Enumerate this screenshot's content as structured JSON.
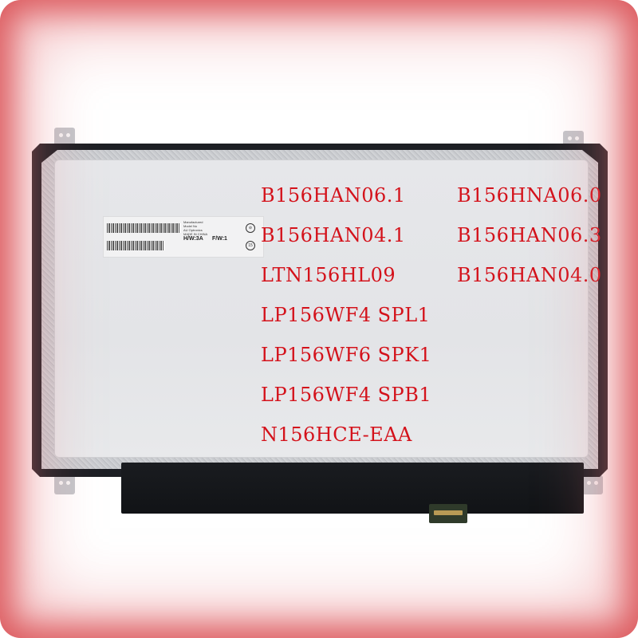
{
  "product": {
    "type": "laptop-lcd-panel",
    "compatible_models": {
      "left_column": [
        "B156HAN06.1",
        "B156HAN04.1",
        "LTN156HL09",
        "LP156WF4 SPL1",
        "LP156WF6 SPK1",
        "LP156WF4 SPB1",
        "N156HCE-EAA"
      ],
      "right_column": [
        "B156HNA06.0",
        "B156HAN06.3",
        "B156HAN04.0"
      ]
    },
    "label": {
      "hw": "H/W:3A",
      "fw": "F/W:1"
    }
  },
  "colors": {
    "model_text": "#d4121b",
    "frame_border": "#dc5a5e",
    "bezel": "#1d1f24",
    "screen": "#e4e5e8"
  }
}
